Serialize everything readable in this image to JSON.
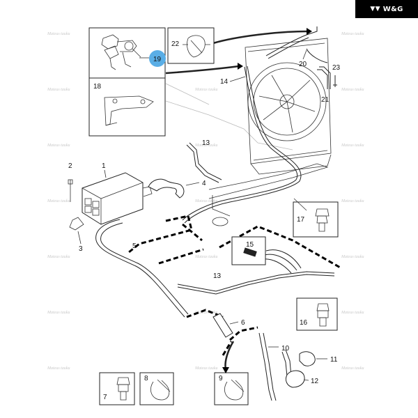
{
  "brand": {
    "text": "W&G",
    "logo_icon": "wg-chevrons-icon"
  },
  "watermark": "Mateus tauku",
  "highlight_color": "#5aaee6",
  "callouts": {
    "p1": "1",
    "p2": "2",
    "p3": "3",
    "p4": "4",
    "p5": "5",
    "p6": "6",
    "p7": "7",
    "p8": "8",
    "p9": "9",
    "p10": "10",
    "p11": "11",
    "p12": "12",
    "p13a": "13",
    "p13b": "13",
    "p14": "14",
    "p15": "15",
    "p16": "16",
    "p17": "17",
    "p18": "18",
    "p19": "19",
    "p20": "20",
    "p21": "21",
    "p22": "22",
    "p23": "23"
  }
}
